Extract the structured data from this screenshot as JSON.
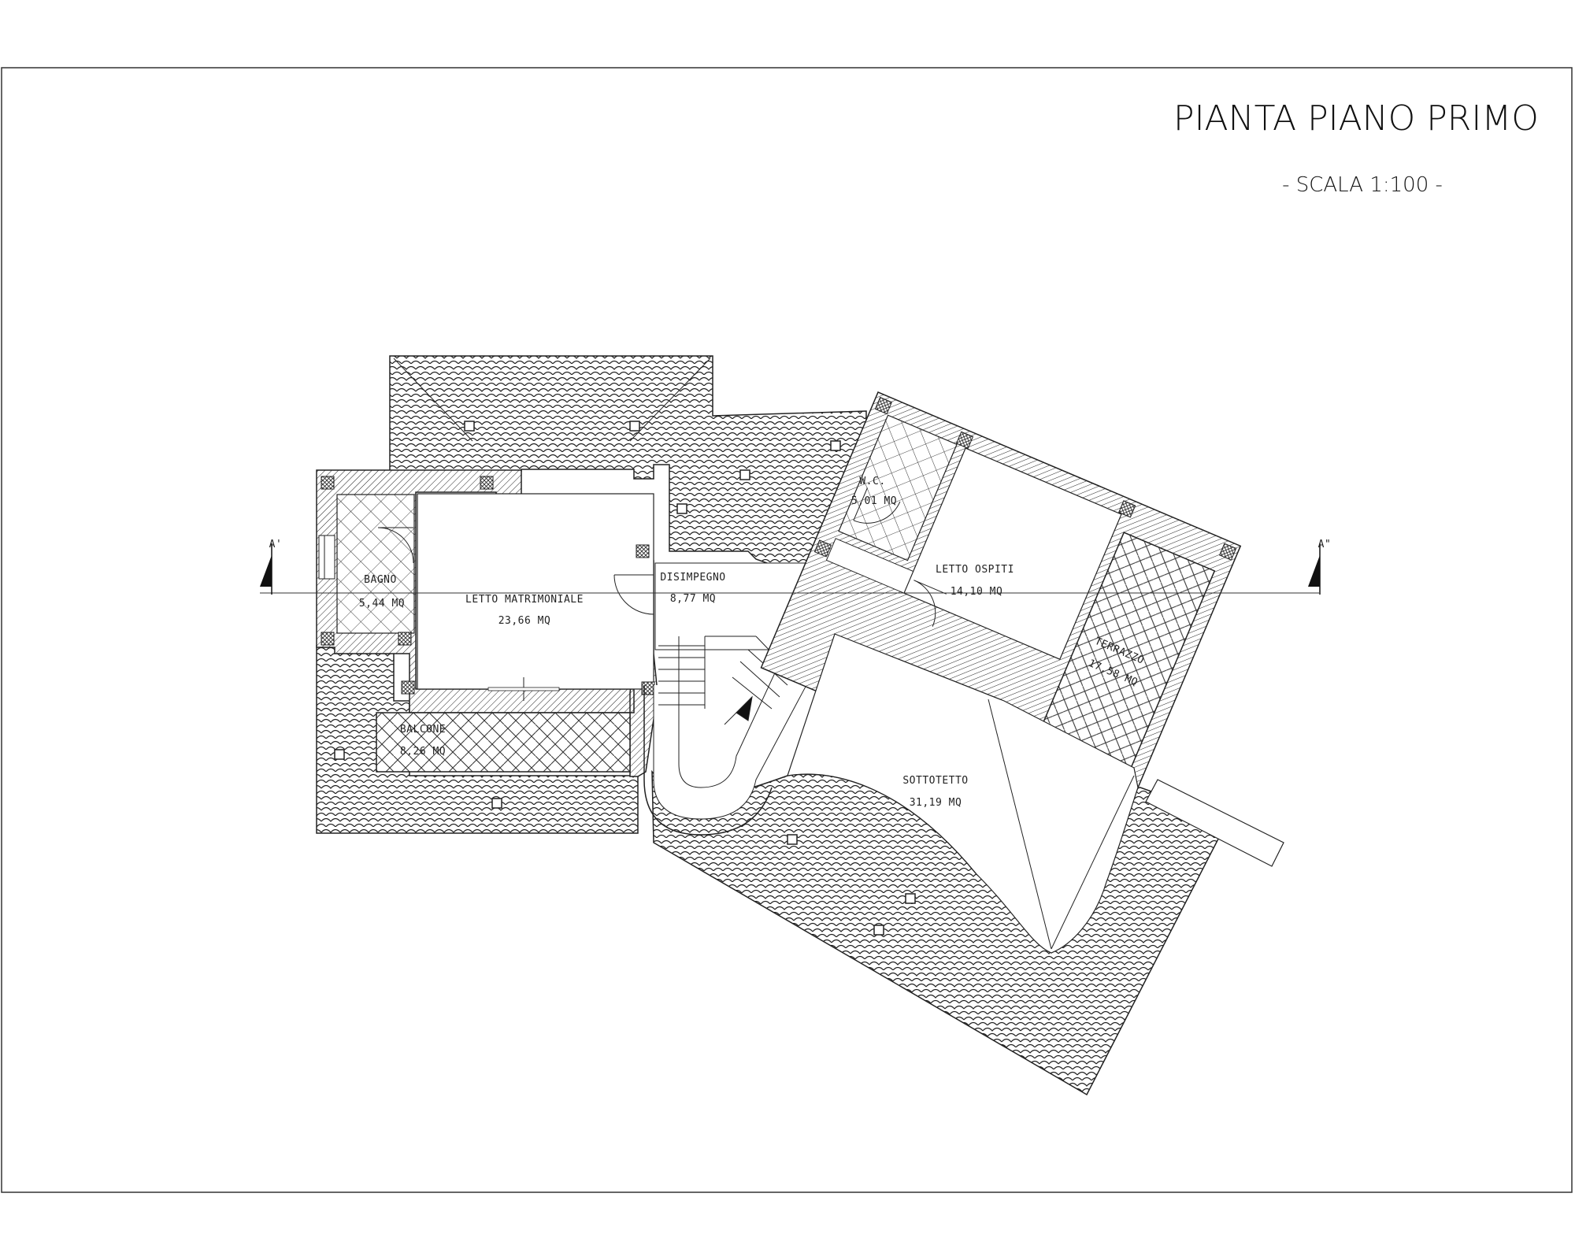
{
  "drawing": {
    "title": "PIANTA PIANO PRIMO",
    "scale": "- SCALA 1:100 -"
  },
  "section_marks": {
    "left": "A'",
    "right": "A\""
  },
  "rooms": [
    {
      "id": "bagno",
      "name": "BAGNO",
      "area": "5,44 MQ"
    },
    {
      "id": "letto-matrimoniale",
      "name": "LETTO MATRIMONIALE",
      "area": "23,66 MQ"
    },
    {
      "id": "disimpegno",
      "name": "DISIMPEGNO",
      "area": "8,77 MQ"
    },
    {
      "id": "wc",
      "name": "W.C.",
      "area": "5,01 MQ"
    },
    {
      "id": "letto-ospiti",
      "name": "LETTO OSPITI",
      "area": "14,10 MQ"
    },
    {
      "id": "terrazzo",
      "name": "TERRAZZO",
      "area": "17,58 MQ"
    },
    {
      "id": "balcone",
      "name": "BALCONE",
      "area": "8,26 MQ"
    },
    {
      "id": "sottotetto",
      "name": "SOTTOTETTO",
      "area": "31,19 MQ"
    }
  ]
}
